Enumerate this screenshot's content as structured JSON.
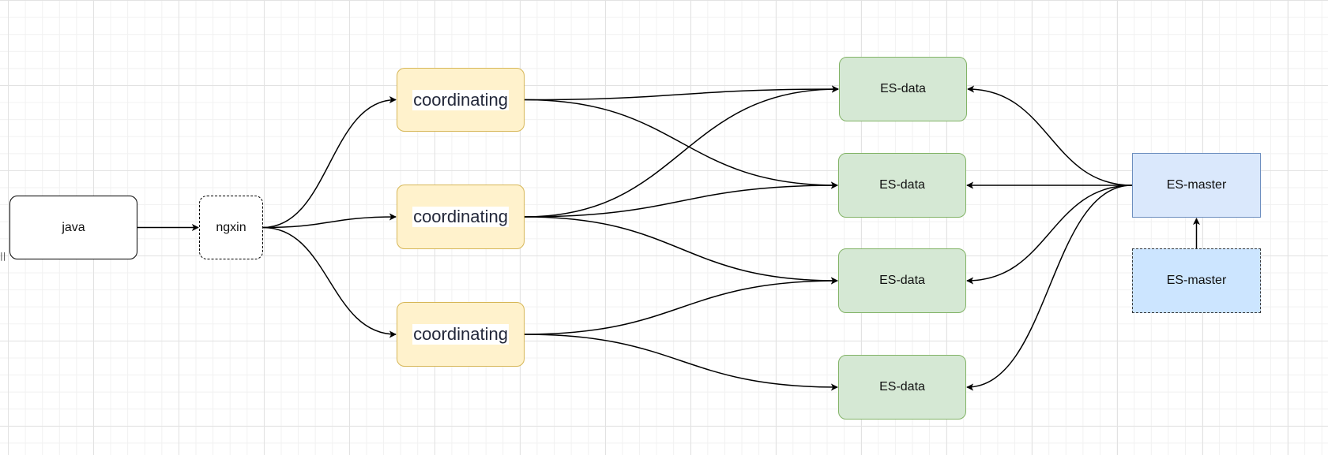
{
  "nodes": {
    "java": {
      "label": "java"
    },
    "ngxin": {
      "label": "ngxin"
    },
    "coordinating_1": {
      "label": "coordinating"
    },
    "coordinating_2": {
      "label": "coordinating"
    },
    "coordinating_3": {
      "label": "coordinating"
    },
    "es_data_1": {
      "label": "ES-data"
    },
    "es_data_2": {
      "label": "ES-data"
    },
    "es_data_3": {
      "label": "ES-data"
    },
    "es_data_4": {
      "label": "ES-data"
    },
    "es_master_active": {
      "label": "ES-master"
    },
    "es_master_standby": {
      "label": "ES-master"
    }
  },
  "edges": [
    {
      "from": "java",
      "to": "ngxin"
    },
    {
      "from": "ngxin",
      "to": "coordinating_1"
    },
    {
      "from": "ngxin",
      "to": "coordinating_2"
    },
    {
      "from": "ngxin",
      "to": "coordinating_3"
    },
    {
      "from": "coordinating_1",
      "to": "es_data_1"
    },
    {
      "from": "coordinating_1",
      "to": "es_data_2"
    },
    {
      "from": "coordinating_2",
      "to": "es_data_1"
    },
    {
      "from": "coordinating_2",
      "to": "es_data_2"
    },
    {
      "from": "coordinating_2",
      "to": "es_data_3"
    },
    {
      "from": "coordinating_3",
      "to": "es_data_3"
    },
    {
      "from": "coordinating_3",
      "to": "es_data_4"
    },
    {
      "from": "es_master_active",
      "to": "es_data_1"
    },
    {
      "from": "es_master_active",
      "to": "es_data_2"
    },
    {
      "from": "es_master_active",
      "to": "es_data_3"
    },
    {
      "from": "es_master_active",
      "to": "es_data_4"
    },
    {
      "from": "es_master_standby",
      "to": "es_master_active"
    }
  ],
  "colors": {
    "canvas_background": "#ffffff",
    "edge_stroke": "#000000",
    "plain_fill": "#ffffff",
    "plain_stroke": "#000000",
    "coordinating_fill": "#fff2cc",
    "coordinating_stroke": "#d6b656",
    "es_data_fill": "#d5e8d4",
    "es_data_stroke": "#82b366",
    "es_master_fill": "#dae8fc",
    "es_master_stroke": "#6c8ebf",
    "es_master_standby_fill": "#cce5ff",
    "es_master_standby_stroke": "#36393d"
  },
  "left_edge_glyph": "||"
}
